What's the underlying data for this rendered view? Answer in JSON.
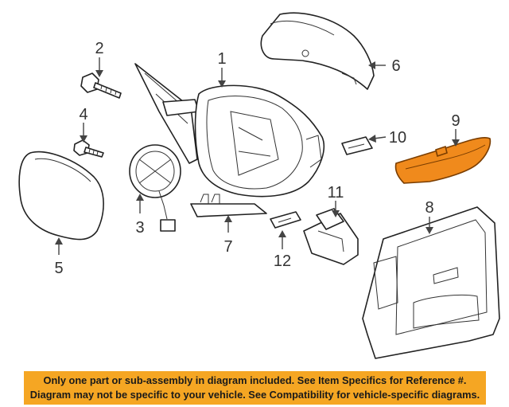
{
  "callouts": {
    "c1": "1",
    "c2": "2",
    "c3": "3",
    "c4": "4",
    "c5": "5",
    "c6": "6",
    "c7": "7",
    "c8": "8",
    "c9": "9",
    "c10": "10",
    "c11": "11",
    "c12": "12"
  },
  "highlight_color": "#f08a1c",
  "disclaimer": {
    "line1": "Only one part or sub-assembly in diagram included. See Item Specifics for Reference #.",
    "line2": "Diagram may not be specific to your vehicle. See Compatibility for vehicle-specific diagrams."
  },
  "colors": {
    "banner": "#f5a623",
    "ink": "#222222"
  }
}
